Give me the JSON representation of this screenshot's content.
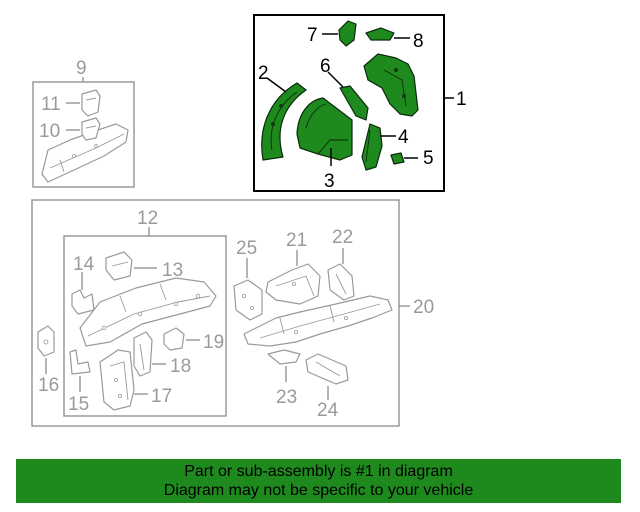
{
  "diagram": {
    "callouts": {
      "c1": "1",
      "c2": "2",
      "c3": "3",
      "c4": "4",
      "c5": "5",
      "c6": "6",
      "c7": "7",
      "c8": "8",
      "c9": "9",
      "c10": "10",
      "c11": "11",
      "c12": "12",
      "c13": "13",
      "c14": "14",
      "c15": "15",
      "c16": "16",
      "c17": "17",
      "c18": "18",
      "c19": "19",
      "c20": "20",
      "c21": "21",
      "c22": "22",
      "c23": "23",
      "c24": "24",
      "c25": "25"
    },
    "highlight_color": "#1e8a1e",
    "outline_color": "#9a9a9a"
  },
  "banner": {
    "line1": "Part or sub-assembly is #1 in diagram",
    "line2": "Diagram may not be specific to your vehicle",
    "background_color": "#1e8a1e"
  }
}
